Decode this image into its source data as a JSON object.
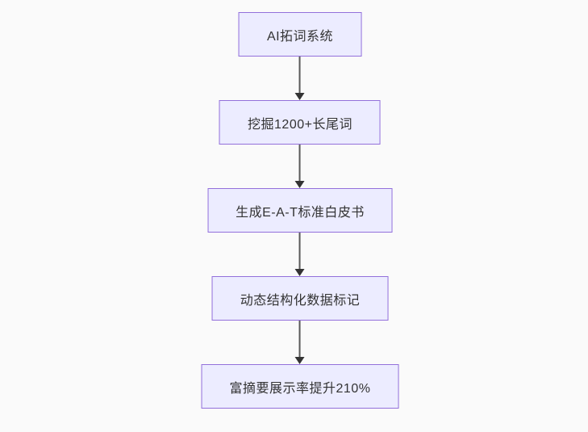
{
  "diagram": {
    "type": "flowchart",
    "direction": "top-down",
    "nodes": [
      {
        "id": "n1",
        "shape": "rect",
        "label": "AI拓词系统"
      },
      {
        "id": "n2",
        "shape": "rect",
        "label": "挖掘1200+长尾词"
      },
      {
        "id": "n3",
        "shape": "rect",
        "label": "生成E-A-T标准白皮书"
      },
      {
        "id": "n4",
        "shape": "rect",
        "label": "动态结构化数据标记"
      },
      {
        "id": "n5",
        "shape": "rect",
        "label": "富摘要展示率提升210%"
      }
    ],
    "edges": [
      {
        "from": "n1",
        "to": "n2",
        "style": "arrow"
      },
      {
        "from": "n2",
        "to": "n3",
        "style": "arrow"
      },
      {
        "from": "n3",
        "to": "n4",
        "style": "arrow"
      },
      {
        "from": "n4",
        "to": "n5",
        "style": "arrow"
      }
    ],
    "colors": {
      "background": "#fafafa",
      "node_fill": "#ECECFF",
      "node_border": "#9370DB",
      "text": "#333333",
      "arrow": "#333333"
    }
  }
}
